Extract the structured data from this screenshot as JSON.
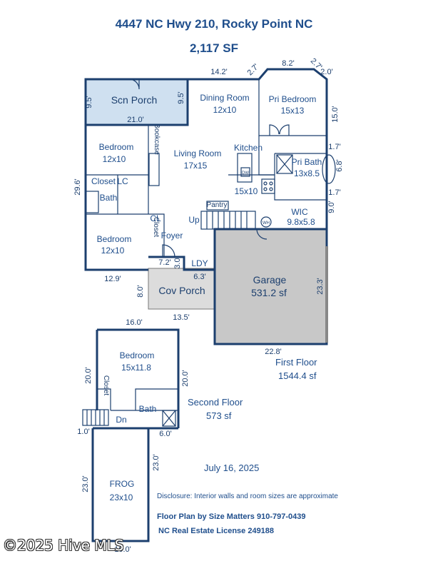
{
  "header": {
    "address": "4447 NC Hwy 210, Rocky Point NC",
    "total_area": "2,117 SF"
  },
  "rooms": {
    "scn_porch": "Scn Porch",
    "dining": "Dining Room",
    "dining_size": "12x10",
    "pri_bedroom": "Pri Bedroom",
    "pri_bedroom_size": "15x13",
    "bedroom1": "Bedroom",
    "bedroom1_size": "12x10",
    "bookcase": "Bookcase",
    "living": "Living Room",
    "living_size": "17x15",
    "kitchen": "Kitchen",
    "kitchen_size": "15x10",
    "dw": "DW",
    "pri_bath": "Pri Bath",
    "pri_bath_size": "13x8.5",
    "closet1": "Closet",
    "lc": "LC",
    "bath1": "Bath",
    "pantry": "Pantry",
    "wic": "WIC",
    "wic_size": "9.8x5.8",
    "cl": "CL",
    "closet2": "Closet",
    "foyer": "Foyer",
    "up": "Up",
    "bedroom2": "Bedroom",
    "bedroom2_size": "12x10",
    "ldy": "LDY",
    "garage": "Garage",
    "garage_size": "531.2 sf",
    "cov_porch": "Cov Porch",
    "bedroom3": "Bedroom",
    "bedroom3_size": "15x11.8",
    "closet3": "Closet",
    "bath2": "Bath",
    "dn": "Dn",
    "frog": "FROG",
    "frog_size": "23x10",
    "wh": "WH"
  },
  "dimensions": {
    "d_14_2": "14.2'",
    "d_2_7a": "2.7'",
    "d_8_2": "8.2'",
    "d_2_7b": "2.7'",
    "d_2_0": "2.0'",
    "d_9_5a": "9.5'",
    "d_9_5b": "9.5'",
    "d_21_0": "21.0'",
    "d_15_0": "15.0'",
    "d_1_7a": "1.7'",
    "d_6_8": "6.8'",
    "d_1_7b": "1.7'",
    "d_9_0": "9.0'",
    "d_29_6": "29.6'",
    "d_7_2": "7.2'",
    "d_3_0": "3.0'",
    "d_6_3": "6.3'",
    "d_12_9": "12.9'",
    "d_8_0": "8.0'",
    "d_13_5": "13.5'",
    "d_23_3": "23.3'",
    "d_22_8": "22.8'",
    "d_16_0": "16.0'",
    "d_20_0a": "20.0'",
    "d_20_0b": "20.0'",
    "d_1_0": "1.0'",
    "d_6_0": "6.0'",
    "d_23_0a": "23.0'",
    "d_23_0b": "23.0'",
    "d_10_0": "10.0'"
  },
  "floors": {
    "first_name": "First Floor",
    "first_area": "1544.4 sf",
    "second_name": "Second Floor",
    "second_area": "573 sf"
  },
  "footer": {
    "date": "July 16, 2025",
    "disclosure": "Disclosure: Interior walls and room sizes are approximate",
    "credit": "Floor Plan by Size Matters 910-797-0439",
    "license": "NC Real Estate License 249188",
    "watermark": "©2025 Hive MLS"
  },
  "colors": {
    "wall": "#1c3f6e",
    "text": "#1f4e8c",
    "porch_fill": "#cfe0f0",
    "garage_fill": "#c8c8c8",
    "cov_porch_fill": "#dcdcdc"
  }
}
